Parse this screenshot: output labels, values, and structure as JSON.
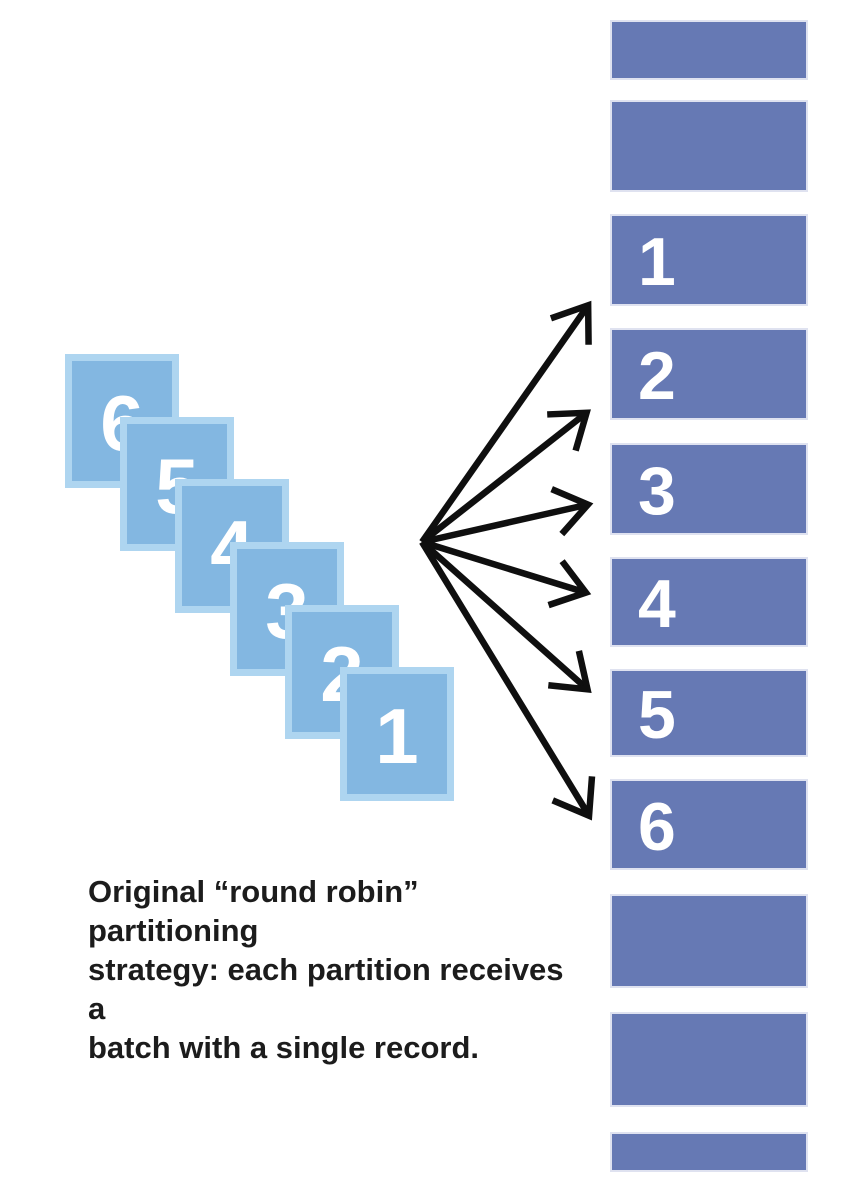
{
  "diagram": {
    "kind": "round-robin-partitioning-diagram",
    "background_color": "#ffffff"
  },
  "colors": {
    "record_card_fill": "#83b7e1",
    "record_card_border": "#aed5f0",
    "record_card_text": "#ffffff",
    "partition_fill": "#6679b4",
    "partition_border": "#dfe2f0",
    "partition_text": "#ffffff",
    "arrow_stroke": "#0f0f0f",
    "caption_text": "#1c1c1c"
  },
  "record_stack": {
    "items": [
      {
        "label": "6"
      },
      {
        "label": "5"
      },
      {
        "label": "4"
      },
      {
        "label": "3"
      },
      {
        "label": "2"
      },
      {
        "label": "1"
      }
    ]
  },
  "arrows": {
    "count": 6,
    "style": "open-v-arrowhead",
    "names": [
      "arrow-to-partition-1",
      "arrow-to-partition-2",
      "arrow-to-partition-3",
      "arrow-to-partition-4",
      "arrow-to-partition-5",
      "arrow-to-partition-6"
    ]
  },
  "partitions": {
    "items": [
      {
        "label": ""
      },
      {
        "label": ""
      },
      {
        "label": "1"
      },
      {
        "label": "2"
      },
      {
        "label": "3"
      },
      {
        "label": "4"
      },
      {
        "label": "5"
      },
      {
        "label": "6"
      },
      {
        "label": ""
      },
      {
        "label": ""
      },
      {
        "label": ""
      }
    ]
  },
  "caption": {
    "lines": [
      "Original “round robin” partitioning",
      "strategy: each partition receives a",
      "batch with a single record."
    ]
  }
}
